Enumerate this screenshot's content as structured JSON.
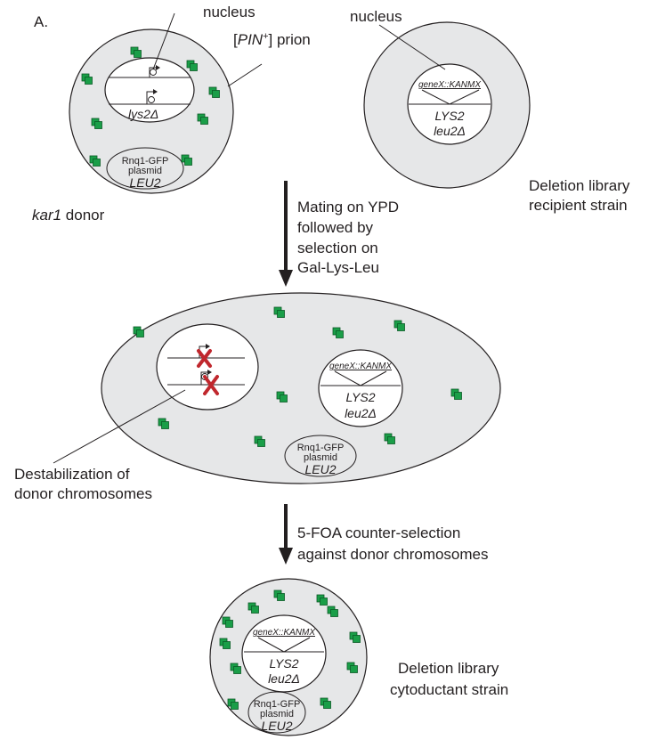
{
  "panel_label": "A.",
  "labels": {
    "nucleus_donor": "nucleus",
    "prion_open": "[",
    "prion_name": "PIN",
    "prion_sup": "+",
    "prion_close": "] prion",
    "donor_lys2": "lys2Δ",
    "rnq1_line1": "Rnq1-GFP",
    "rnq1_line2": "plasmid",
    "leu2_marker": "LEU2",
    "kar1": "kar1",
    "donor_word": " donor",
    "nucleus_recipient": "nucleus",
    "genex": "geneX::KANMX",
    "lys2_recipient": "LYS2",
    "leu2_delta": "leu2Δ",
    "recipient_line1": "Deletion library",
    "recipient_line2": "recipient strain",
    "step1_line1": "Mating on YPD",
    "step1_line2": "followed by",
    "step1_line3": "selection on",
    "step1_line4": "Gal-Lys-Leu",
    "destab_line1": "Destabilization of",
    "destab_line2": "donor chromosomes",
    "step2_line1": "5-FOA counter-selection",
    "step2_line2": "against donor chromosomes",
    "cyto_line1": "Deletion library",
    "cyto_line2": "cytoductant strain"
  },
  "colors": {
    "cell_fill": "#e6e7e8",
    "outline": "#231f20",
    "prion_green": "#1a9e48",
    "cross_red": "#c0272d"
  },
  "icons": [
    "prion-aggregate-icon",
    "promoter-arrow-icon",
    "cross-mark-icon",
    "down-arrow-icon"
  ]
}
